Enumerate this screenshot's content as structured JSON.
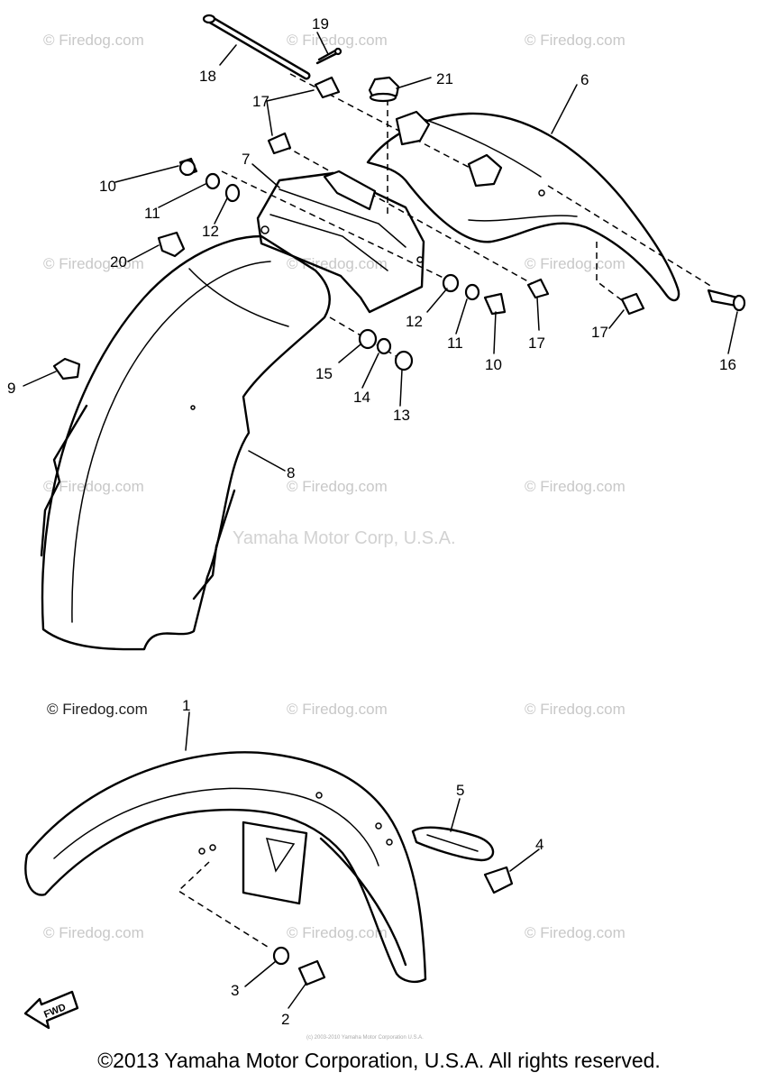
{
  "watermark": {
    "site": "© Firedog.com",
    "credit": "Yamaha Motor Corp, U.S.A."
  },
  "tiny_notice": "(c) 2003-2010 Yamaha Motor Corporation U.S.A.",
  "fwd_label": "FWD",
  "copyright": "©2013 Yamaha Motor Corporation, U.S.A. All rights reserved.",
  "callouts": {
    "c1": "1",
    "c2": "2",
    "c3": "3",
    "c4": "4",
    "c5": "5",
    "c6": "6",
    "c7": "7",
    "c8": "8",
    "c9": "9",
    "c10a": "10",
    "c10b": "10",
    "c11a": "11",
    "c11b": "11",
    "c12a": "12",
    "c12b": "12",
    "c13": "13",
    "c14": "14",
    "c15": "15",
    "c16": "16",
    "c17a": "17",
    "c17b": "17",
    "c17c": "17",
    "c18": "18",
    "c19": "19",
    "c20": "20",
    "c21": "21"
  }
}
